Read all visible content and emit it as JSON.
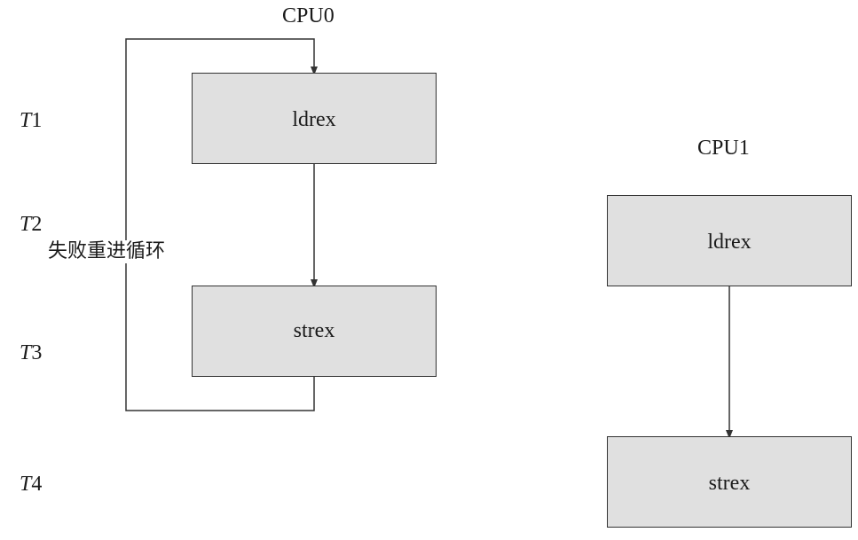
{
  "cpu0": {
    "title": "CPU0",
    "ldrex_label": "ldrex",
    "strex_label": "strex",
    "loop_label": "失败重进循环"
  },
  "cpu1": {
    "title": "CPU1",
    "ldrex_label": "ldrex",
    "strex_label": "strex"
  },
  "time_steps": [
    {
      "var": "T",
      "num": "1"
    },
    {
      "var": "T",
      "num": "2"
    },
    {
      "var": "T",
      "num": "3"
    },
    {
      "var": "T",
      "num": "4"
    }
  ],
  "colors": {
    "box_fill": "#e0e0e0",
    "line": "#333333"
  }
}
